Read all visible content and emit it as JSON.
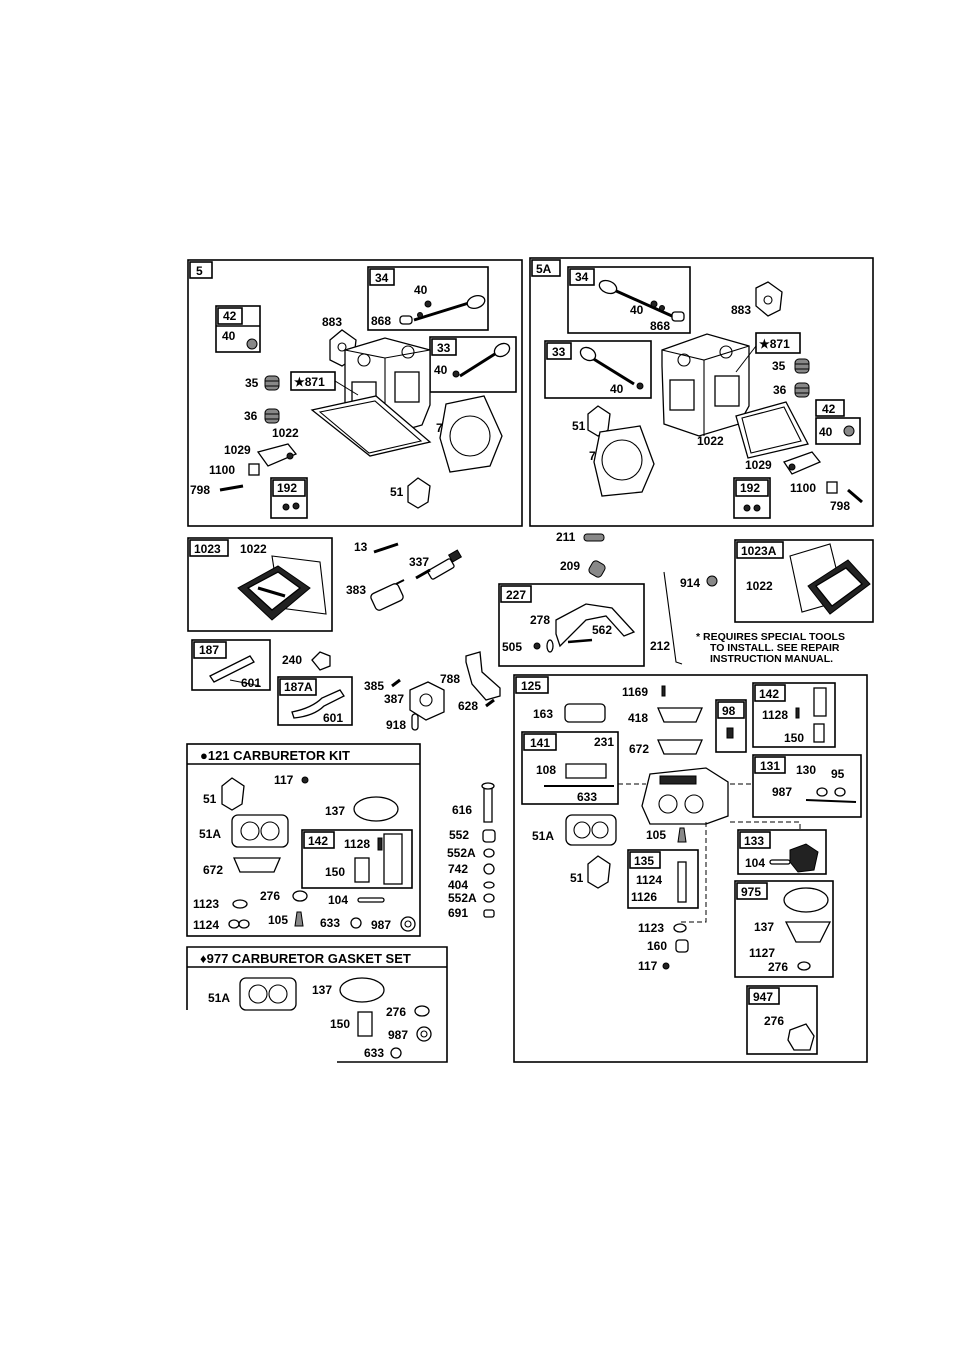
{
  "labels": {
    "p5": "5",
    "p5a": "5A",
    "p34a": "34",
    "p40a": "40",
    "p868a": "868",
    "p883a": "883",
    "p42a": "42",
    "p40b": "40",
    "p33a": "33",
    "p40c": "40",
    "p35a": "35",
    "p871a": "★871",
    "p36a": "36",
    "p1022a": "1022",
    "p7a": "7",
    "p1029a": "1029",
    "p1100a": "1100",
    "p798a": "798",
    "p192a": "192",
    "p51a": "51",
    "p34b": "34",
    "p40d": "40",
    "p868b": "868",
    "p883b": "883",
    "p871b": "★871",
    "p35b": "35",
    "p36b": "36",
    "p33b": "33",
    "p40e": "40",
    "p42b": "42",
    "p40f": "40",
    "p51b": "51",
    "p7b": "7",
    "p1022b": "1022",
    "p1029b": "1029",
    "p192b": "192",
    "p1100b": "1100",
    "p798b": "798",
    "p1023": "1023",
    "p1022c": "1022",
    "p13": "13",
    "p337": "337",
    "p383": "383",
    "p211": "211",
    "p209": "209",
    "p227": "227",
    "p278": "278",
    "p562": "562",
    "p505": "505",
    "p212": "212",
    "p914": "914",
    "p1023a": "1023A",
    "p1022d": "1022",
    "p187": "187",
    "p601a": "601",
    "p240": "240",
    "p187a": "187A",
    "p601b": "601",
    "p385": "385",
    "p387": "387",
    "p918": "918",
    "p788": "788",
    "p628": "628",
    "p125": "125",
    "p1169": "1169",
    "p163": "163",
    "p418": "418",
    "p98": "98",
    "p142a": "142",
    "p1128a": "1128",
    "p150a": "150",
    "p141": "141",
    "p231": "231",
    "p108": "108",
    "p672a": "672",
    "p633a": "633",
    "p131": "131",
    "p130": "130",
    "p95": "95",
    "p987a": "987",
    "p51a2": "51A",
    "p105a": "105",
    "p133": "133",
    "p104a": "104",
    "p51c": "51",
    "p135": "135",
    "p1124a": "1124",
    "p1126": "1126",
    "p975": "975",
    "p137a": "137",
    "p1123a": "1123",
    "p160": "160",
    "p117a": "117",
    "p1127": "1127",
    "p276a": "276",
    "p947": "947",
    "p276b": "276",
    "p117b": "117",
    "p51d": "51",
    "p137b": "137",
    "p51a3": "51A",
    "p142b": "142",
    "p1128b": "1128",
    "p672b": "672",
    "p150b": "150",
    "p276c": "276",
    "p104b": "104",
    "p1123b": "1123",
    "p1124b": "1124",
    "p105b": "105",
    "p633b": "633",
    "p987b": "987",
    "p616": "616",
    "p552a": "552",
    "p552b": "552A",
    "p742": "742",
    "p404": "404",
    "p552c": "552A",
    "p691": "691",
    "p51a4": "51A",
    "p137c": "137",
    "p276d": "276",
    "p150c": "150",
    "p987c": "987",
    "p633c": "633"
  },
  "kits": {
    "carb_kit_title": "●121 CARBURETOR KIT",
    "gasket_set_title": "♦977 CARBURETOR GASKET SET"
  },
  "note": {
    "line1": "* REQUIRES SPECIAL TOOLS",
    "line2": "TO INSTALL. SEE REPAIR",
    "line3": "INSTRUCTION MANUAL."
  }
}
